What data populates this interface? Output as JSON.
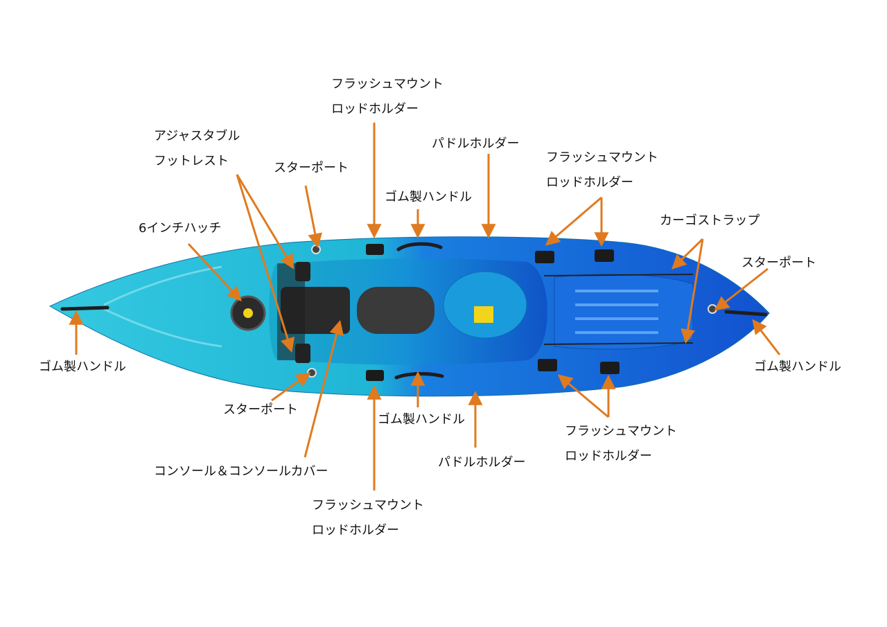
{
  "labels": {
    "rod_holder_top_center": "フラッシュマウント\nロッドホルダー",
    "footrest": "アジャスタブル\nフットレスト",
    "star_port_top": "スターポート",
    "paddle_holder_top": "パドルホルダー",
    "rod_holder_top_right": "フラッシュマウント\nロッドホルダー",
    "rubber_handle_top": "ゴム製ハンドル",
    "hatch": "6インチハッチ",
    "cargo_strap": "カーゴストラップ",
    "star_port_right": "スターポート",
    "rubber_handle_left": "ゴム製ハンドル",
    "rubber_handle_right": "ゴム製ハンドル",
    "star_port_bottom": "スターポート",
    "rubber_handle_bottom": "ゴム製ハンドル",
    "paddle_holder_bottom": "パドルホルダー",
    "rod_holder_bottom_right": "フラッシュマウント\nロッドホルダー",
    "console": "コンソール＆コンソールカバー",
    "rod_holder_bottom_center": "フラッシュマウント\nロッドホルダー"
  },
  "colors": {
    "arrow": "#e07a1f",
    "hull_teal": "#1fb8d4",
    "hull_blue": "#1463d8",
    "console_dark": "#2a2a2a"
  }
}
